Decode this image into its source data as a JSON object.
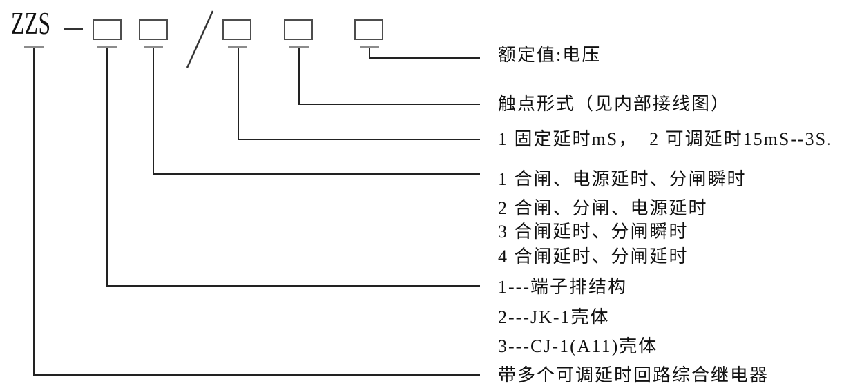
{
  "diagram": {
    "title_code": {
      "prefix": "ZZS",
      "dash": "—",
      "slash": "/",
      "box_count": 5
    },
    "legend": {
      "rated_value": "额定值:电压",
      "contact_form": "触点形式（见内部接线图）",
      "delay_type": "1 固定延时mS，  2 可调延时15mS--3S.",
      "function_options": [
        "1 合闸、电源延时、分闸瞬时",
        "2 合闸、分闸、电源延时",
        "3 合闸延时、分闸瞬时",
        "4 合闸延时、分闸延时"
      ],
      "structure_options": [
        "1---端子排结构",
        "2---JK-1壳体",
        "3---CJ-1(A11)壳体"
      ],
      "series_name": "带多个可调延时回路综合继电器"
    },
    "colors": {
      "line": "#222222",
      "box_border": "#4d4d4d",
      "tick": "#8c8c8c",
      "text": "#111111",
      "background": "#ffffff"
    }
  }
}
